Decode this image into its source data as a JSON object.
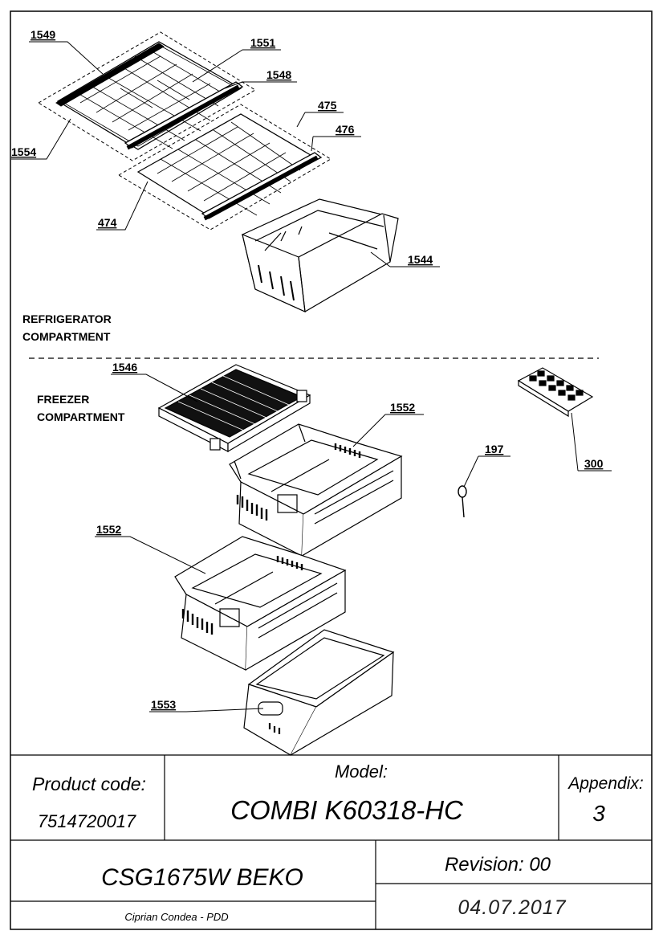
{
  "sections": {
    "refrigerator_line1": "REFRIGERATOR",
    "refrigerator_line2": "COMPARTMENT",
    "freezer_line1": "FREEZER",
    "freezer_line2": "COMPARTMENT"
  },
  "callouts": {
    "p1549": "1549",
    "p1551": "1551",
    "p1548": "1548",
    "p1554": "1554",
    "p475": "475",
    "p476": "476",
    "p474": "474",
    "p1544": "1544",
    "p1546": "1546",
    "p1552a": "1552",
    "p197": "197",
    "p300": "300",
    "p1552b": "1552",
    "p1553": "1553"
  },
  "title_block": {
    "product_code_label": "Product code:",
    "product_code_value": "7514720017",
    "model_label": "Model:",
    "model_value": "COMBI K60318-HC",
    "appendix_label": "Appendix:",
    "appendix_value": "3",
    "product_name": "CSG1675W BEKO",
    "author": "Ciprian Condea - PDD",
    "revision": "Revision: 00",
    "date": "04.07.2017"
  }
}
